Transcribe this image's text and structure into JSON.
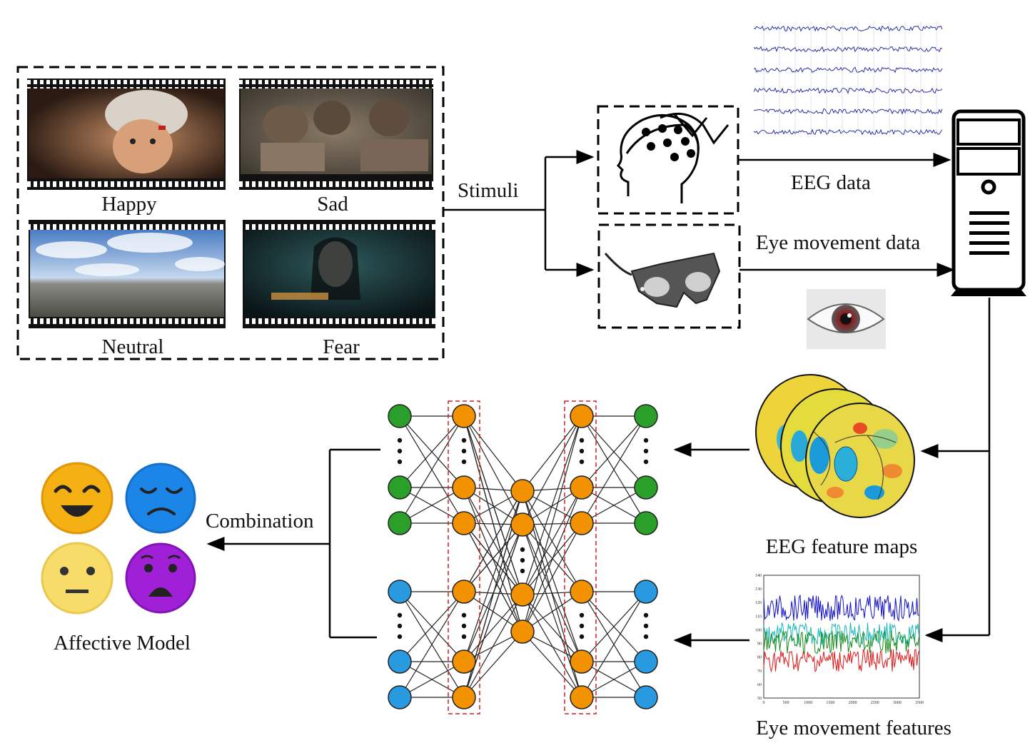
{
  "stimuli": {
    "label": "Stimuli",
    "clips": [
      {
        "label": "Happy"
      },
      {
        "label": "Sad"
      },
      {
        "label": "Neutral"
      },
      {
        "label": "Fear"
      }
    ]
  },
  "signals": {
    "eeg_label": "EEG data",
    "eye_label": "Eye movement data"
  },
  "features": {
    "eeg_maps_label": "EEG feature maps",
    "eye_features_label": "Eye movement features",
    "eye_plot": {
      "y_ticks": [
        "140",
        "130",
        "120",
        "110",
        "100",
        "90",
        "80",
        "70",
        "60",
        "50"
      ],
      "x_ticks": [
        "0",
        "500",
        "1000",
        "1500",
        "2000",
        "2500",
        "3000",
        "3500"
      ],
      "series_colors": [
        "#1010c8",
        "#18b8b8",
        "#1a8a1a",
        "#e01818"
      ]
    }
  },
  "model": {
    "combination_label": "Combination",
    "affective_label": "Affective Model"
  },
  "colors": {
    "eeg_nodes": "#2aa02a",
    "eye_nodes": "#2a9ae0",
    "hidden_nodes": "#f39200",
    "dashed_box": "#cc2222",
    "face_happy": "#f5b014",
    "face_sad": "#1c86e8",
    "face_neutral": "#f7dc6a",
    "face_fear": "#a020d8"
  }
}
